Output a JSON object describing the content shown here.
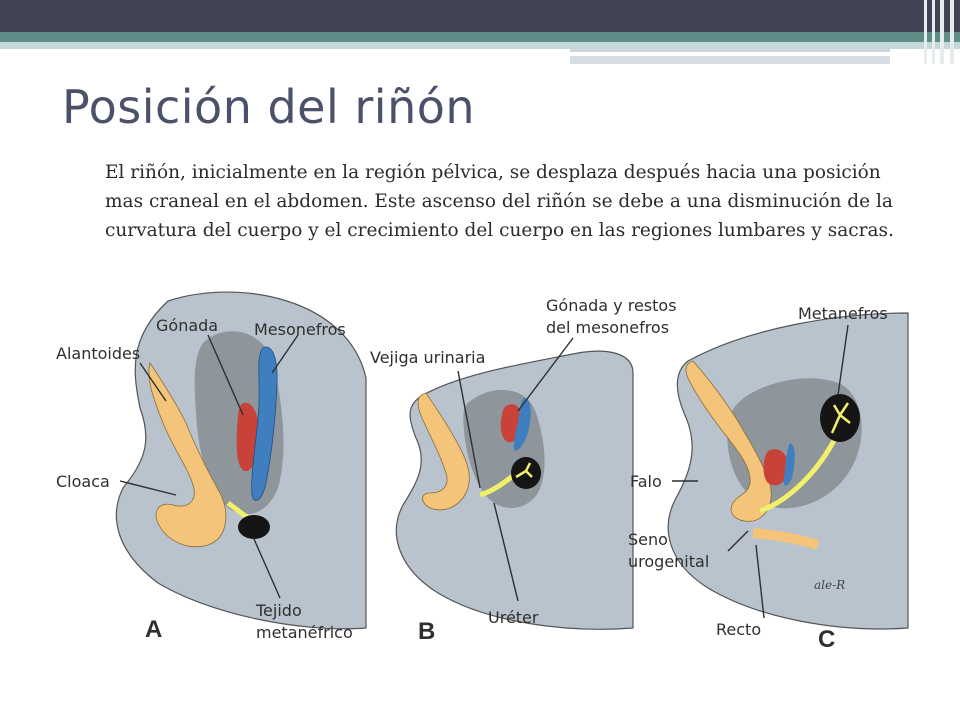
{
  "slide": {
    "title": "Posición del riñón",
    "paragraph": "El riñón, inicialmente  en la región pélvica, se desplaza después hacia una posición mas craneal en el abdomen. Este ascenso del riñón se debe a una disminución de la curvatura del cuerpo y  el crecimiento del cuerpo en las regiones lumbares y sacras."
  },
  "figure": {
    "labels": {
      "gonada": "Gónada",
      "mesonefros": "Mesonefros",
      "alantoides": "Alantoides",
      "cloaca": "Cloaca",
      "tejido_line1": "Tejido",
      "tejido_line2": "metanéfrico",
      "vejiga": "Vejiga urinaria",
      "gonada_restos_line1": "Gónada y restos",
      "gonada_restos_line2": "del mesonefros",
      "ureter": "Uréter",
      "metanefros": "Metanefros",
      "falo": "Falo",
      "seno_line1": "Seno",
      "seno_line2": "urogenital",
      "recto": "Recto",
      "signature": "ale-R"
    },
    "panels": [
      "A",
      "B",
      "C"
    ]
  },
  "colors": {
    "topbar": "#424456",
    "accent_teal": "#5e8c88",
    "title": "#4a5168",
    "body_gray": "#b9c3cd",
    "inner_gray": "#8e969c",
    "allantois_yellow": "#f3c47a",
    "ureter_yellow": "#f2ef6a",
    "gonad_red": "#c8423a",
    "mesonephros_blue": "#3f7fc0",
    "metanephros_black": "#151515"
  }
}
